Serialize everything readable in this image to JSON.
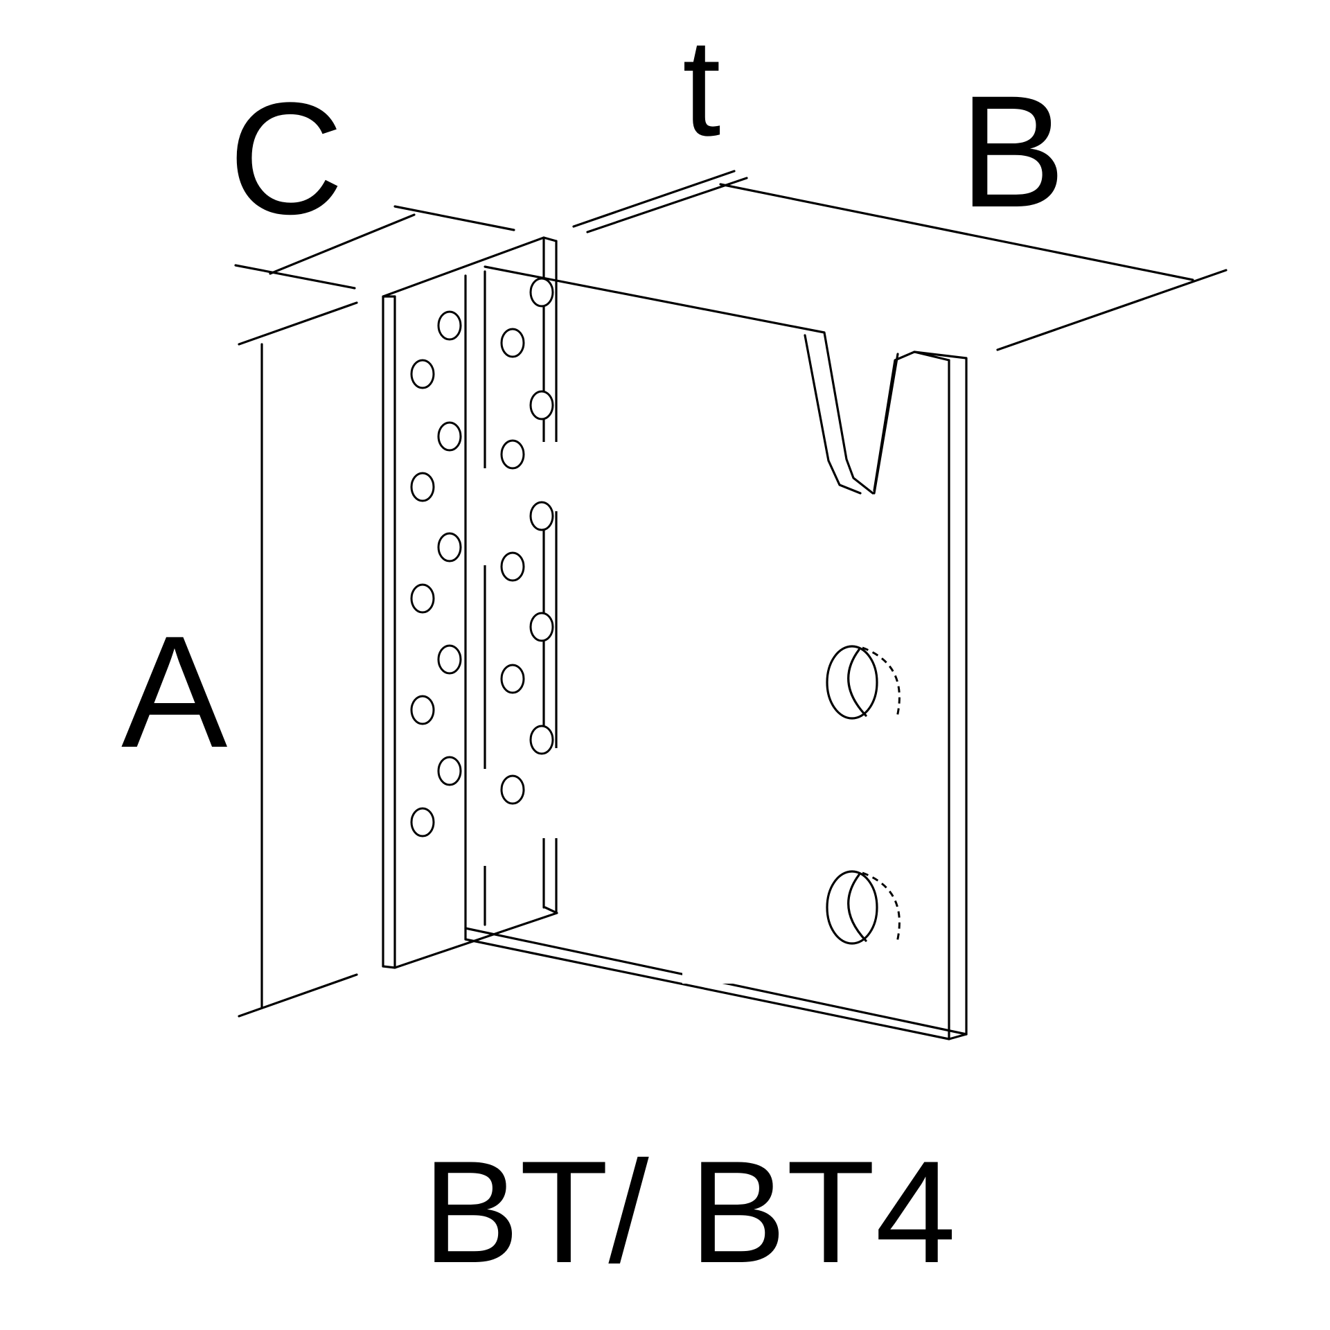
{
  "labels": {
    "A": "A",
    "B": "B",
    "C": "C",
    "t": "t"
  },
  "caption": "BT/ BT4",
  "colors": {
    "line": "#000000",
    "background": "#ffffff"
  }
}
